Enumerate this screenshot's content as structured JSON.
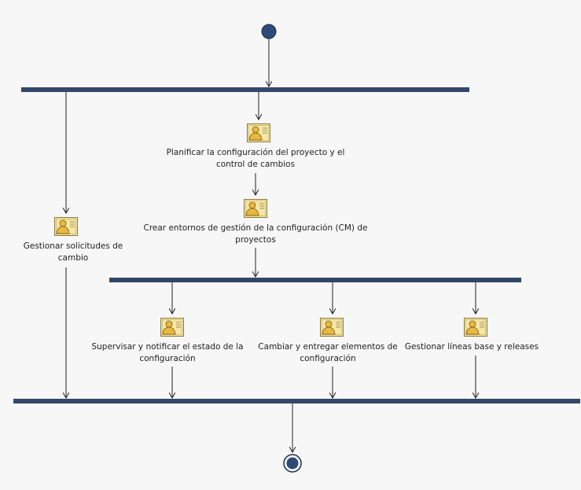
{
  "activities": {
    "plan": "Planificar la configuración del proyecto y el control de cambios",
    "create_env": "Crear entornos de gestión de la configuración (CM) de proyectos",
    "requests": "Gestionar solicitudes de cambio",
    "monitor": "Supervisar y notificar el estado de la configuración",
    "deliver": "Cambiar y entregar elementos de configuración",
    "baselines": "Gestionar líneas base y releases"
  },
  "colors": {
    "node": "#2e4b78",
    "bar": "#33476a",
    "icon_card": "#f6e7a8",
    "icon_person": "#e8b840"
  },
  "icon": "activity-icon"
}
